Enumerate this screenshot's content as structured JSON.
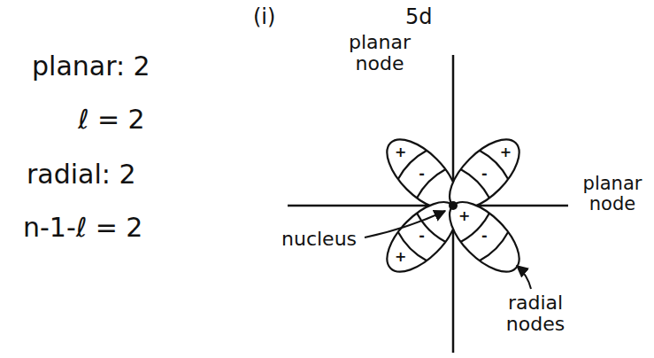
{
  "diagram": {
    "labels": [
      "(i)",
      "5d",
      "planar: 2",
      "ℓ = 2",
      "radial: 2",
      "n-1-ℓ = 2",
      "planar node",
      "planar node",
      "nucleus",
      "radial nodes",
      "+",
      "-",
      "+",
      "-",
      "+",
      "-",
      "+",
      "-"
    ]
  }
}
